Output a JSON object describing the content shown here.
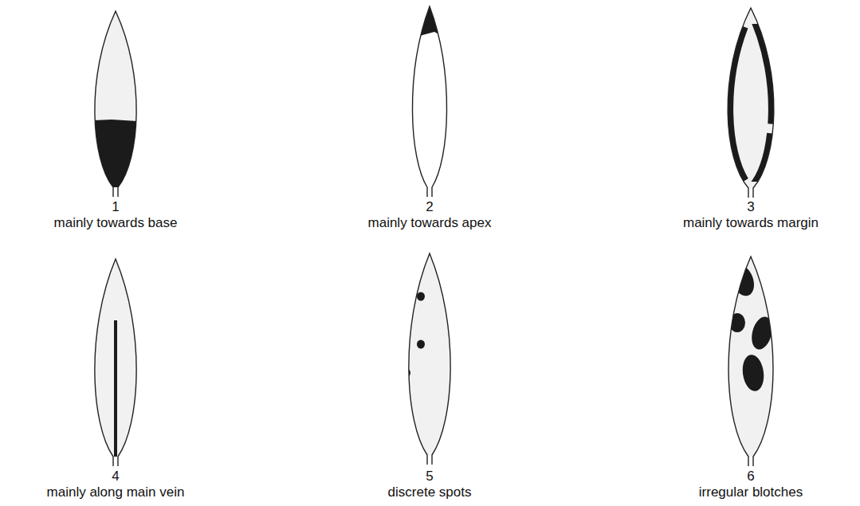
{
  "diagram": {
    "labels": [
      "1",
      "mainly towards base",
      "2",
      "mainly towards apex",
      "3",
      "mainly towards margin",
      "4",
      "mainly along main vein",
      "5",
      "discrete spots",
      "6",
      "irregular blotches"
    ]
  }
}
